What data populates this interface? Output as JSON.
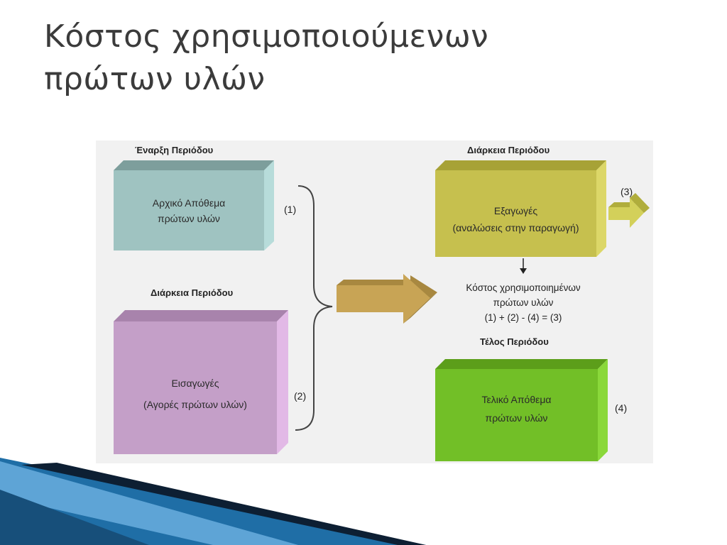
{
  "title": {
    "line1": "Κόστος χρησιμοποιούμενων",
    "line2": "πρώτων υλών"
  },
  "diagram": {
    "left": {
      "start_label": "Έναρξη Περιόδου",
      "opening_box": {
        "line1": "Αρχικό Απόθεμα",
        "line2": "πρώτων υλών",
        "marker": "(1)"
      },
      "during_label": "Διάρκεια Περιόδου",
      "purchases_box": {
        "line1": "Εισαγωγές",
        "line2": "(Αγορές πρώτων υλών)",
        "marker": "(2)"
      }
    },
    "right": {
      "during_label": "Διάρκεια Περιόδου",
      "issues_box": {
        "line1": "Εξαγωγές",
        "line2": "(αναλώσεις στην παραγωγή)",
        "marker": "(3)"
      },
      "cost_text": {
        "line1": "Κόστος χρησιμοποιημένων",
        "line2": "πρώτων υλών",
        "formula": "(1) + (2) - (4) = (3)"
      },
      "end_label": "Τέλος Περιόδου",
      "closing_box": {
        "line1": "Τελικό Απόθεμα",
        "line2": "πρώτων υλών",
        "marker": "(4)"
      }
    }
  },
  "colors": {
    "opening_front": "#9fc3c1",
    "opening_top": "#7d9e9c",
    "opening_side": "#b7dcda",
    "purchases_front": "#c49fc8",
    "purchases_top": "#a883ac",
    "purchases_side": "#e2b9e6",
    "issues_front": "#c6c04e",
    "issues_top": "#a7a236",
    "issues_side": "#dcd768",
    "closing_front": "#72bf27",
    "closing_top": "#5c9e1a",
    "closing_side": "#8ad83a",
    "big_arrow": "#c8a455",
    "small_arrow": "#d3d05a"
  }
}
